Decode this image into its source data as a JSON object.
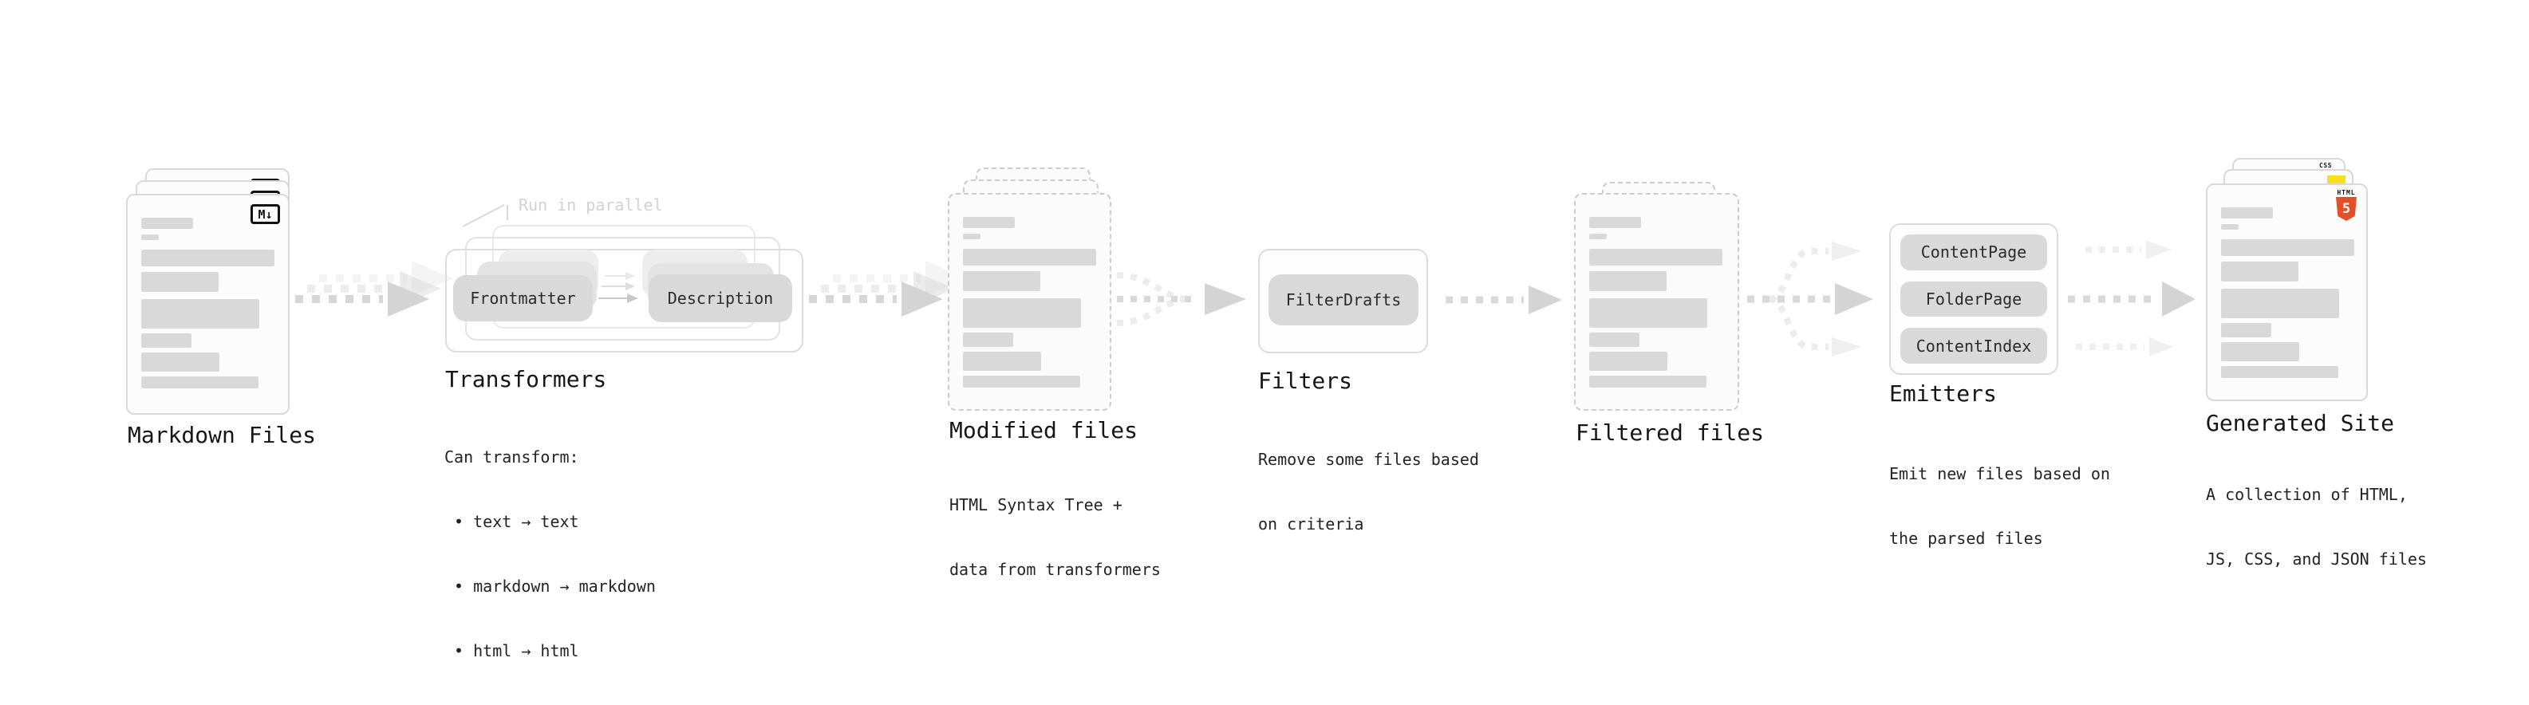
{
  "pipeline": {
    "markdown_files": {
      "label": "Markdown Files",
      "badge_text": "M↓"
    },
    "transformers": {
      "callout": "Run in parallel",
      "pills": [
        "Frontmatter",
        "Description"
      ],
      "label": "Transformers",
      "description_lines": [
        "Can transform:",
        " • text → text",
        " • markdown → markdown",
        " • html → html"
      ]
    },
    "modified_files": {
      "label": "Modified files",
      "description_lines": [
        "HTML Syntax Tree +",
        "data from transformers"
      ]
    },
    "filters": {
      "pill": "FilterDrafts",
      "label": "Filters",
      "description_lines": [
        "Remove some files based",
        "on criteria"
      ]
    },
    "filtered_files": {
      "label": "Filtered files"
    },
    "emitters": {
      "pills": [
        "ContentPage",
        "FolderPage",
        "ContentIndex"
      ],
      "label": "Emitters",
      "description_lines": [
        "Emit new files based on",
        "the parsed files"
      ]
    },
    "generated_site": {
      "label": "Generated Site",
      "description_lines": [
        "A collection of HTML,",
        "JS, CSS, and JSON files"
      ],
      "css_badge_text": "CSS",
      "html_badge_text": "HTML",
      "html_badge_number": "5"
    }
  },
  "colors": {
    "markdown_badge": "#111111",
    "html5_orange": "#e34f26",
    "js_yellow": "#f7df1e",
    "css_blue": "#2979ff",
    "card_border": "#d9d9d9",
    "pill_fill": "#d9d9d9",
    "arrow_gray": "#d4d4d4",
    "ghost_gray": "#ececec",
    "muted_text": "#d2d2d2",
    "text": "#1c1c1c"
  },
  "skeleton_bars": [
    {
      "w": 65,
      "h": 14,
      "mb": 7
    },
    {
      "w": 22,
      "h": 7,
      "mb": 12
    },
    {
      "w": 167,
      "h": 21,
      "mb": 7
    },
    {
      "w": 97,
      "h": 25,
      "mb": 9
    },
    {
      "w": 148,
      "h": 37,
      "mb": 6
    },
    {
      "w": 63,
      "h": 18,
      "mb": 6
    },
    {
      "w": 98,
      "h": 24,
      "mb": 6
    },
    {
      "w": 147,
      "h": 15,
      "mb": 0
    }
  ]
}
